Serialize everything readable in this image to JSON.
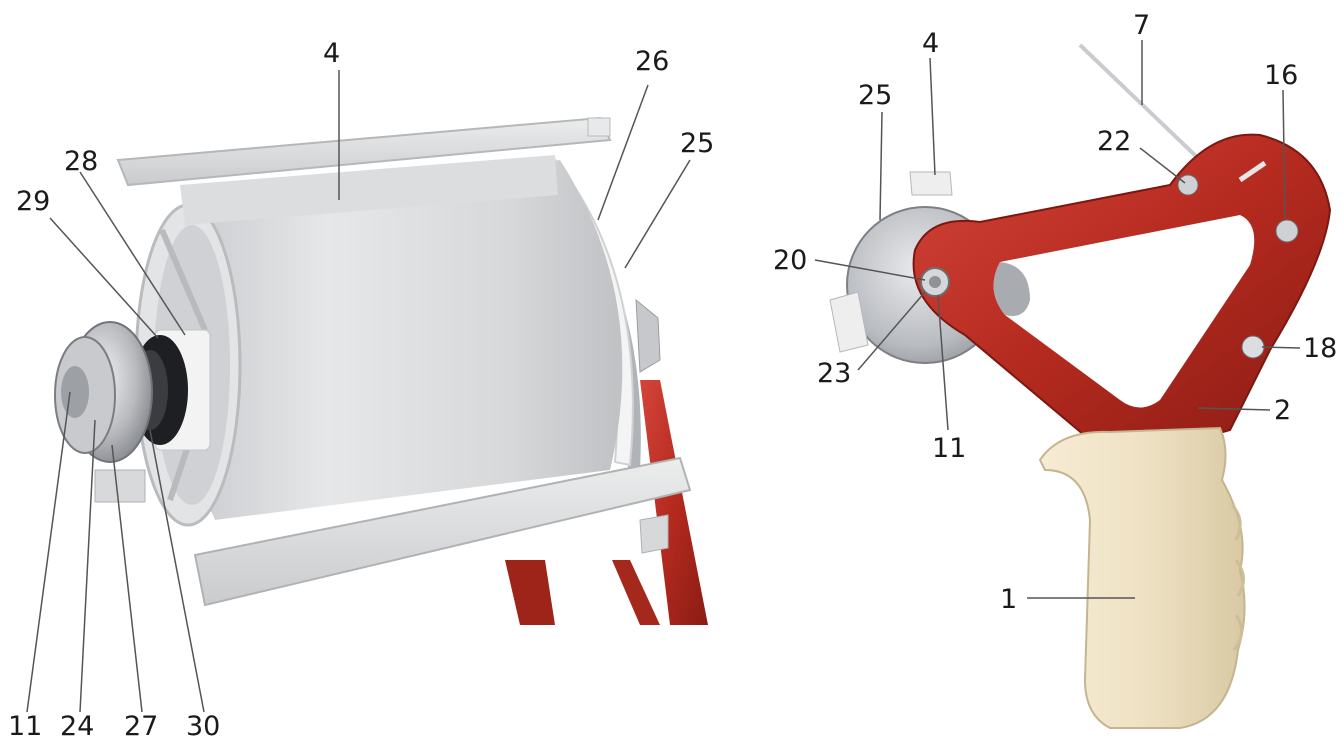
{
  "left_view": {
    "callouts": [
      "4",
      "26",
      "25",
      "28",
      "29",
      "11",
      "24",
      "27",
      "30"
    ]
  },
  "right_view": {
    "callouts": [
      "4",
      "7",
      "25",
      "16",
      "22",
      "20",
      "18",
      "23",
      "11",
      "2",
      "1"
    ]
  },
  "colors": {
    "frame_red": "#b52a1f",
    "core_grey": "#d9dadc",
    "grip_cream": "#efe2c4",
    "metal": "#b9bcc1"
  }
}
